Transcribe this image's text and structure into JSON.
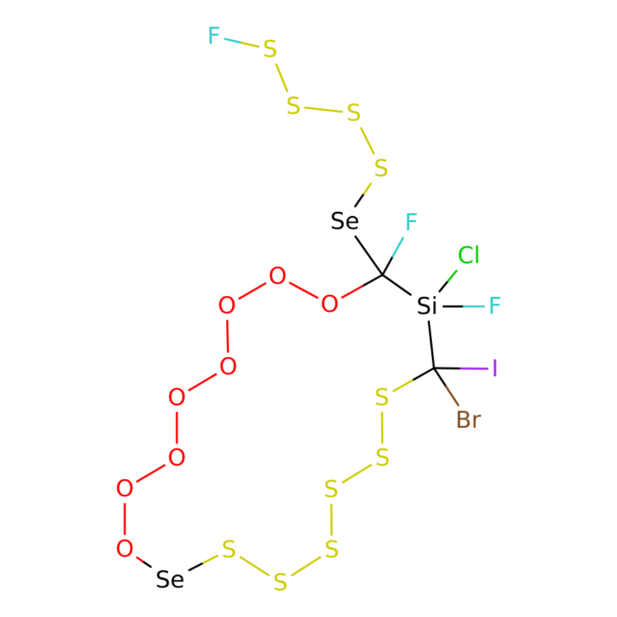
{
  "atoms": [
    {
      "id": "F1",
      "label": "F",
      "color": "#33CCCC"
    },
    {
      "id": "S1",
      "label": "S",
      "color": "#CCCC00"
    },
    {
      "id": "S2",
      "label": "S",
      "color": "#CCCC00"
    },
    {
      "id": "S3",
      "label": "S",
      "color": "#CCCC00"
    },
    {
      "id": "S4",
      "label": "S",
      "color": "#CCCC00"
    },
    {
      "id": "Se1",
      "label": "Se",
      "color": "#000000"
    },
    {
      "id": "C1",
      "label": "",
      "color": "#000000"
    },
    {
      "id": "F2",
      "label": "F",
      "color": "#33CCCC"
    },
    {
      "id": "O1",
      "label": "O",
      "color": "#FF0000"
    },
    {
      "id": "O2",
      "label": "O",
      "color": "#FF0000"
    },
    {
      "id": "O3",
      "label": "O",
      "color": "#FF0000"
    },
    {
      "id": "O4",
      "label": "O",
      "color": "#FF0000"
    },
    {
      "id": "O5",
      "label": "O",
      "color": "#FF0000"
    },
    {
      "id": "O6",
      "label": "O",
      "color": "#FF0000"
    },
    {
      "id": "O7",
      "label": "O",
      "color": "#FF0000"
    },
    {
      "id": "O8",
      "label": "O",
      "color": "#FF0000"
    },
    {
      "id": "Se2",
      "label": "Se",
      "color": "#000000"
    },
    {
      "id": "S5",
      "label": "S",
      "color": "#CCCC00"
    },
    {
      "id": "S6",
      "label": "S",
      "color": "#CCCC00"
    },
    {
      "id": "S7",
      "label": "S",
      "color": "#CCCC00"
    },
    {
      "id": "S8",
      "label": "S",
      "color": "#CCCC00"
    },
    {
      "id": "S9",
      "label": "S",
      "color": "#CCCC00"
    },
    {
      "id": "S10",
      "label": "S",
      "color": "#CCCC00"
    },
    {
      "id": "C2",
      "label": "",
      "color": "#000000"
    },
    {
      "id": "I1",
      "label": "I",
      "color": "#A020F0"
    },
    {
      "id": "Br1",
      "label": "Br",
      "color": "#7F4C19"
    },
    {
      "id": "Si1",
      "label": "Si",
      "color": "#000000"
    },
    {
      "id": "Cl1",
      "label": "Cl",
      "color": "#00CC00"
    },
    {
      "id": "F3",
      "label": "F",
      "color": "#33CCCC"
    }
  ],
  "bonds": [
    [
      "F1",
      "S1"
    ],
    [
      "S1",
      "S2"
    ],
    [
      "S2",
      "S3"
    ],
    [
      "S3",
      "S4"
    ],
    [
      "S4",
      "Se1"
    ],
    [
      "Se1",
      "C1"
    ],
    [
      "C1",
      "F2"
    ],
    [
      "C1",
      "O1"
    ],
    [
      "O1",
      "O2"
    ],
    [
      "O2",
      "O3"
    ],
    [
      "O3",
      "O4"
    ],
    [
      "O4",
      "O5"
    ],
    [
      "O5",
      "O6"
    ],
    [
      "O6",
      "O7"
    ],
    [
      "O7",
      "O8"
    ],
    [
      "O8",
      "Se2"
    ],
    [
      "Se2",
      "S5"
    ],
    [
      "S5",
      "S6"
    ],
    [
      "S6",
      "S7"
    ],
    [
      "S7",
      "S8"
    ],
    [
      "S8",
      "S9"
    ],
    [
      "S9",
      "S10"
    ],
    [
      "S10",
      "C2"
    ],
    [
      "C2",
      "I1"
    ],
    [
      "C2",
      "Br1"
    ],
    [
      "C2",
      "Si1"
    ],
    [
      "Si1",
      "Cl1"
    ],
    [
      "Si1",
      "F3"
    ],
    [
      "C1",
      "Si1"
    ]
  ]
}
